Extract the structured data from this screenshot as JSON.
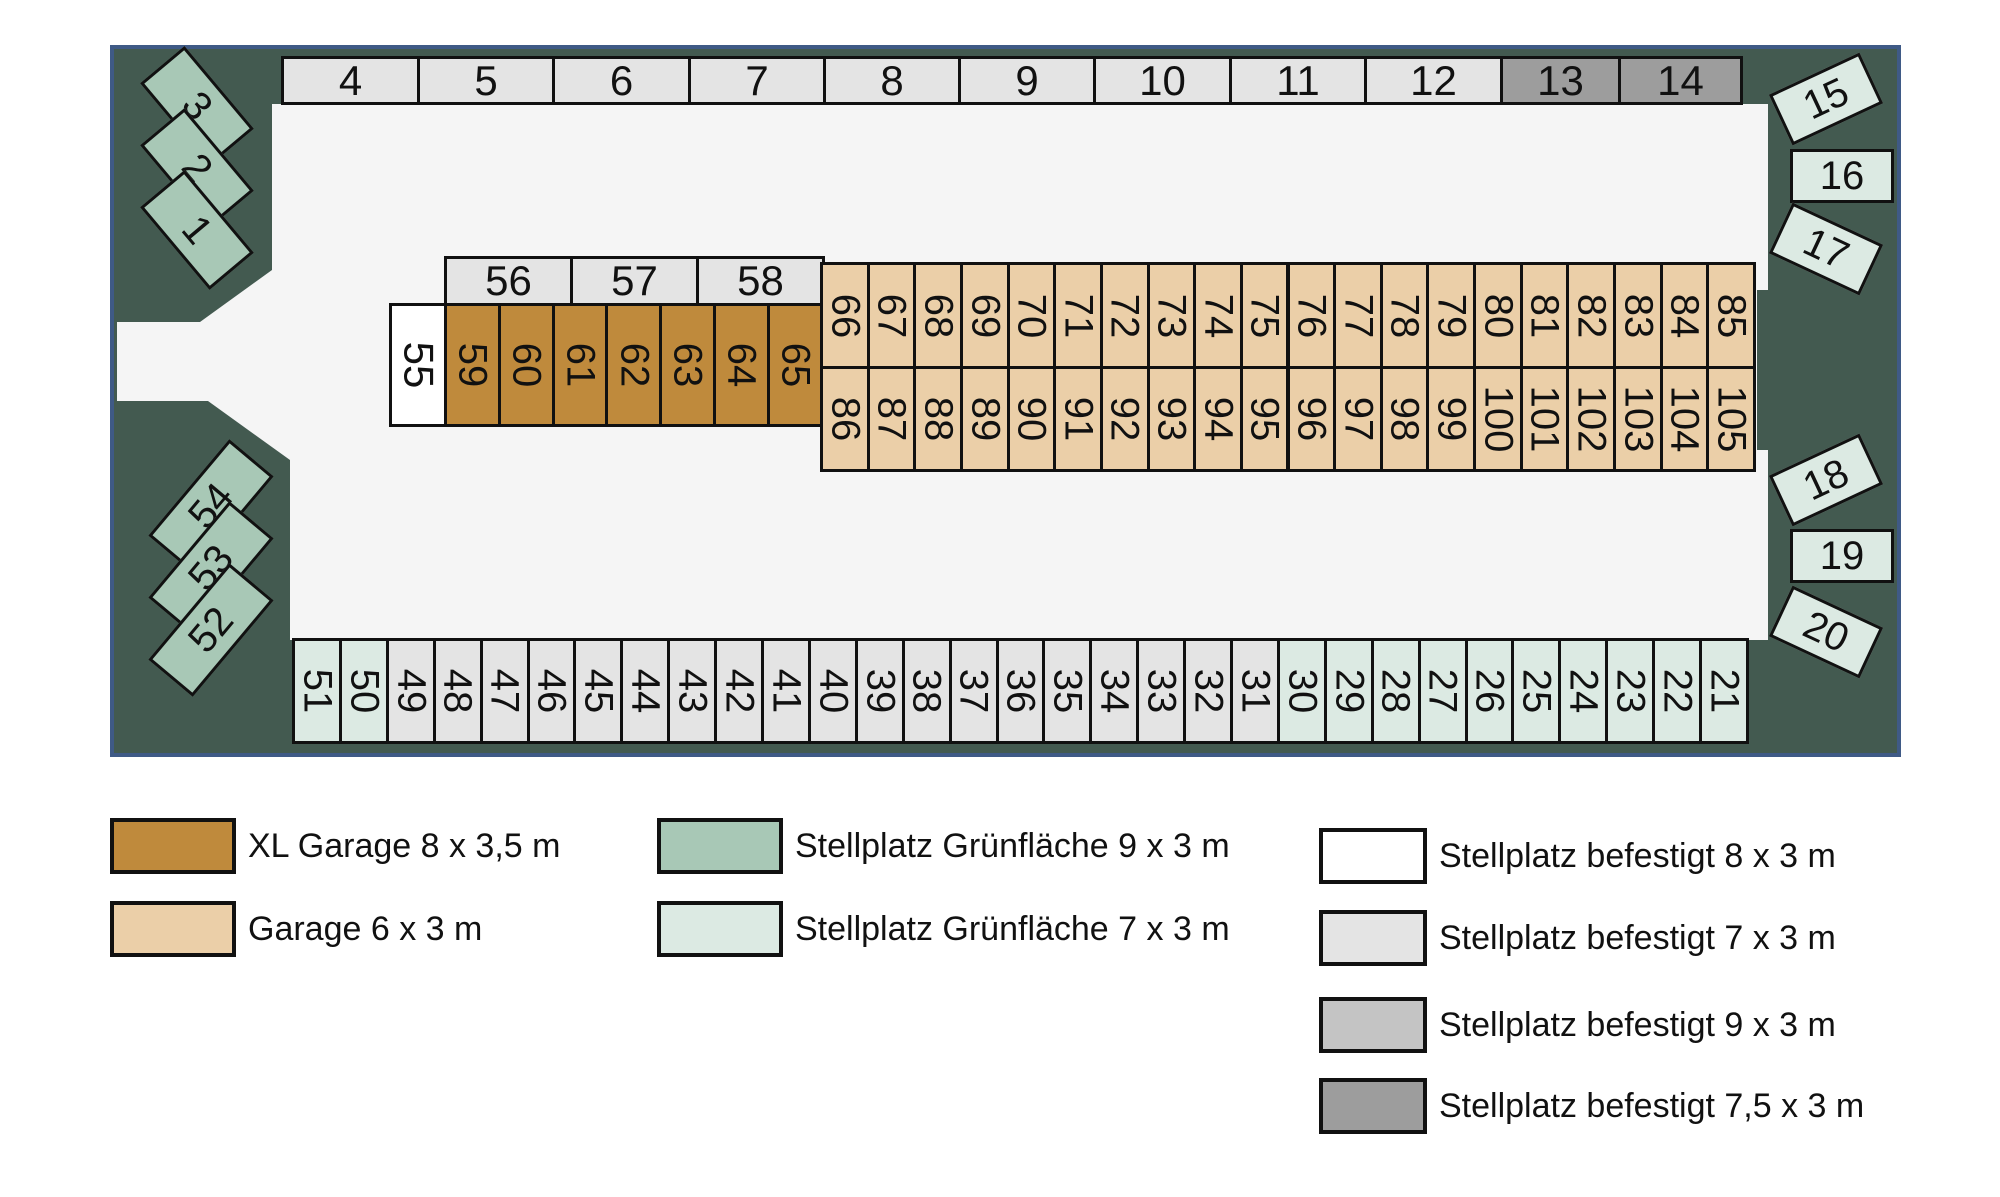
{
  "colors": {
    "frame": "#435a50",
    "frame_border": "#3f5a86",
    "lot": "#f5f5f5",
    "xl_garage": "#bf8a3c",
    "garage": "#ebcfa8",
    "green_9x3": "#a8c8b6",
    "green_7x3": "#dceae3",
    "paved_8x3": "#ffffff",
    "paved_7x3": "#e4e4e4",
    "paved_9x3": "#c4c4c4",
    "paved_7_5x3": "#9d9d9d"
  },
  "spots": {
    "top_row": [
      {
        "label": "4",
        "type": "paved_7x3"
      },
      {
        "label": "5",
        "type": "paved_7x3"
      },
      {
        "label": "6",
        "type": "paved_7x3"
      },
      {
        "label": "7",
        "type": "paved_7x3"
      },
      {
        "label": "8",
        "type": "paved_7x3"
      },
      {
        "label": "9",
        "type": "paved_7x3"
      },
      {
        "label": "10",
        "type": "paved_7x3"
      },
      {
        "label": "11",
        "type": "paved_7x3"
      },
      {
        "label": "12",
        "type": "paved_7x3"
      },
      {
        "label": "13",
        "type": "paved_7_5x3"
      },
      {
        "label": "14",
        "type": "paved_7_5x3"
      }
    ],
    "top_left_diagonal": [
      {
        "label": "3",
        "type": "green_9x3"
      },
      {
        "label": "2",
        "type": "green_9x3"
      },
      {
        "label": "1",
        "type": "green_9x3"
      }
    ],
    "bottom_left_diagonal": [
      {
        "label": "54",
        "type": "green_9x3"
      },
      {
        "label": "53",
        "type": "green_9x3"
      },
      {
        "label": "52",
        "type": "green_9x3"
      }
    ],
    "right_top": [
      {
        "label": "15",
        "type": "green_7x3",
        "shape": "diag"
      },
      {
        "label": "16",
        "type": "green_7x3",
        "shape": "flat"
      },
      {
        "label": "17",
        "type": "green_7x3",
        "shape": "diag"
      }
    ],
    "right_bottom": [
      {
        "label": "18",
        "type": "green_7x3",
        "shape": "diag"
      },
      {
        "label": "19",
        "type": "green_7x3",
        "shape": "flat"
      },
      {
        "label": "20",
        "type": "green_7x3",
        "shape": "diag"
      }
    ],
    "center_top": [
      {
        "label": "56",
        "type": "paved_7x3"
      },
      {
        "label": "57",
        "type": "paved_7x3"
      },
      {
        "label": "58",
        "type": "paved_7x3"
      }
    ],
    "center_single": [
      {
        "label": "55",
        "type": "paved_8x3"
      }
    ],
    "xl_garages": [
      {
        "label": "59",
        "type": "xl_garage"
      },
      {
        "label": "60",
        "type": "xl_garage"
      },
      {
        "label": "61",
        "type": "xl_garage"
      },
      {
        "label": "62",
        "type": "xl_garage"
      },
      {
        "label": "63",
        "type": "xl_garage"
      },
      {
        "label": "64",
        "type": "xl_garage"
      },
      {
        "label": "65",
        "type": "xl_garage"
      }
    ],
    "garage_upper": [
      {
        "label": "66",
        "type": "garage"
      },
      {
        "label": "67",
        "type": "garage"
      },
      {
        "label": "68",
        "type": "garage"
      },
      {
        "label": "69",
        "type": "garage"
      },
      {
        "label": "70",
        "type": "garage"
      },
      {
        "label": "71",
        "type": "garage"
      },
      {
        "label": "72",
        "type": "garage"
      },
      {
        "label": "73",
        "type": "garage"
      },
      {
        "label": "74",
        "type": "garage"
      },
      {
        "label": "75",
        "type": "garage"
      },
      {
        "label": "76",
        "type": "garage"
      },
      {
        "label": "77",
        "type": "garage"
      },
      {
        "label": "78",
        "type": "garage"
      },
      {
        "label": "79",
        "type": "garage"
      },
      {
        "label": "80",
        "type": "garage"
      },
      {
        "label": "81",
        "type": "garage"
      },
      {
        "label": "82",
        "type": "garage"
      },
      {
        "label": "83",
        "type": "garage"
      },
      {
        "label": "84",
        "type": "garage"
      },
      {
        "label": "85",
        "type": "garage"
      }
    ],
    "garage_lower": [
      {
        "label": "86",
        "type": "garage"
      },
      {
        "label": "87",
        "type": "garage"
      },
      {
        "label": "88",
        "type": "garage"
      },
      {
        "label": "89",
        "type": "garage"
      },
      {
        "label": "90",
        "type": "garage"
      },
      {
        "label": "91",
        "type": "garage"
      },
      {
        "label": "92",
        "type": "garage"
      },
      {
        "label": "93",
        "type": "garage"
      },
      {
        "label": "94",
        "type": "garage"
      },
      {
        "label": "95",
        "type": "garage"
      },
      {
        "label": "96",
        "type": "garage"
      },
      {
        "label": "97",
        "type": "garage"
      },
      {
        "label": "98",
        "type": "garage"
      },
      {
        "label": "99",
        "type": "garage"
      },
      {
        "label": "100",
        "type": "garage"
      },
      {
        "label": "101",
        "type": "garage"
      },
      {
        "label": "102",
        "type": "garage"
      },
      {
        "label": "103",
        "type": "garage"
      },
      {
        "label": "104",
        "type": "garage"
      },
      {
        "label": "105",
        "type": "garage"
      }
    ],
    "bottom_row": [
      {
        "label": "51",
        "type": "green_7x3"
      },
      {
        "label": "50",
        "type": "green_7x3"
      },
      {
        "label": "49",
        "type": "paved_7x3"
      },
      {
        "label": "48",
        "type": "paved_7x3"
      },
      {
        "label": "47",
        "type": "paved_7x3"
      },
      {
        "label": "46",
        "type": "paved_7x3"
      },
      {
        "label": "45",
        "type": "paved_7x3"
      },
      {
        "label": "44",
        "type": "paved_7x3"
      },
      {
        "label": "43",
        "type": "paved_7x3"
      },
      {
        "label": "42",
        "type": "paved_7x3"
      },
      {
        "label": "41",
        "type": "paved_7x3"
      },
      {
        "label": "40",
        "type": "paved_7x3"
      },
      {
        "label": "39",
        "type": "paved_7x3"
      },
      {
        "label": "38",
        "type": "paved_7x3"
      },
      {
        "label": "37",
        "type": "paved_7x3"
      },
      {
        "label": "36",
        "type": "paved_7x3"
      },
      {
        "label": "35",
        "type": "paved_7x3"
      },
      {
        "label": "34",
        "type": "paved_7x3"
      },
      {
        "label": "33",
        "type": "paved_7x3"
      },
      {
        "label": "32",
        "type": "paved_7x3"
      },
      {
        "label": "31",
        "type": "paved_7x3"
      },
      {
        "label": "30",
        "type": "green_7x3"
      },
      {
        "label": "29",
        "type": "green_7x3"
      },
      {
        "label": "28",
        "type": "green_7x3"
      },
      {
        "label": "27",
        "type": "green_7x3"
      },
      {
        "label": "26",
        "type": "green_7x3"
      },
      {
        "label": "25",
        "type": "green_7x3"
      },
      {
        "label": "24",
        "type": "green_7x3"
      },
      {
        "label": "23",
        "type": "green_7x3"
      },
      {
        "label": "22",
        "type": "green_7x3"
      },
      {
        "label": "21",
        "type": "green_7x3"
      }
    ]
  },
  "legend": [
    {
      "type": "xl_garage",
      "label": "XL Garage 8 x 3,5 m"
    },
    {
      "type": "garage",
      "label": "Garage 6 x 3 m"
    },
    {
      "type": "green_9x3",
      "label": "Stellplatz Grünfläche 9 x 3 m"
    },
    {
      "type": "green_7x3",
      "label": "Stellplatz Grünfläche 7 x 3 m"
    },
    {
      "type": "paved_8x3",
      "label": "Stellplatz befestigt 8 x 3 m"
    },
    {
      "type": "paved_7x3",
      "label": "Stellplatz befestigt 7 x 3 m"
    },
    {
      "type": "paved_9x3",
      "label": "Stellplatz befestigt 9 x 3 m"
    },
    {
      "type": "paved_7_5x3",
      "label": "Stellplatz befestigt 7,5 x 3 m"
    }
  ]
}
